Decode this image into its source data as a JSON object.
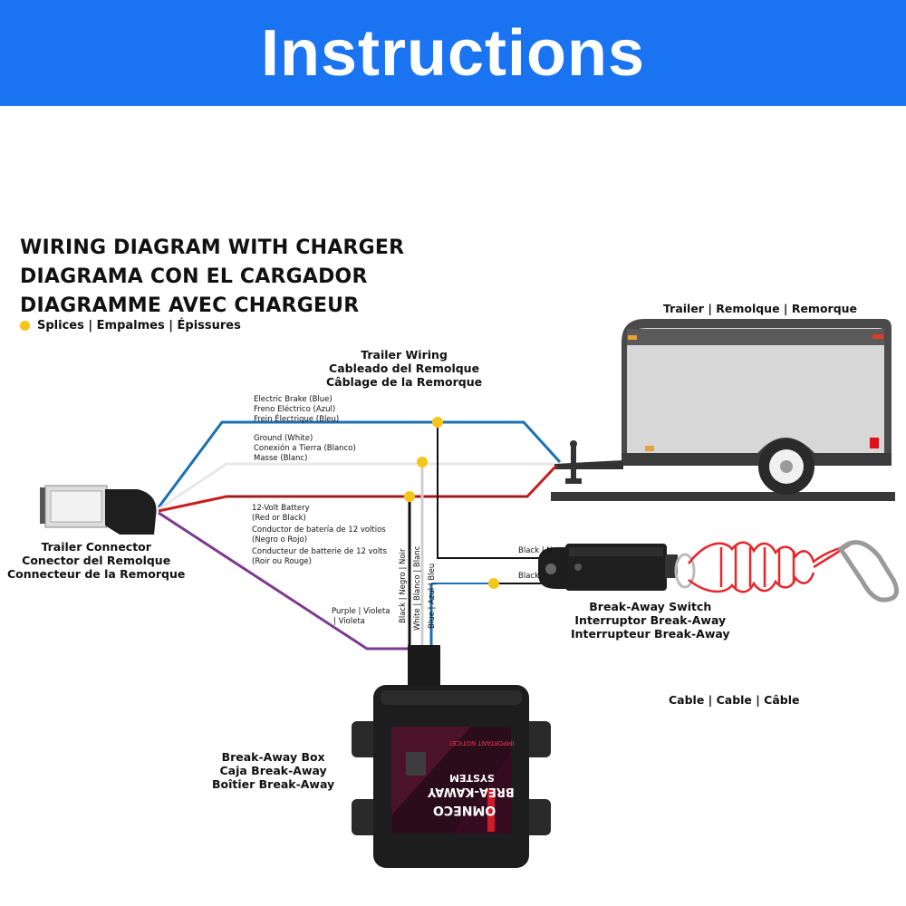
{
  "banner": {
    "title": "Instructions"
  },
  "heading": {
    "line1": "WIRING DIAGRAM WITH CHARGER",
    "line2": "DIAGRAMA CON EL CARGADOR",
    "line3": "DIAGRAMME AVEC CHARGEUR"
  },
  "legend": {
    "splices": "Splices | Empalmes | Épissures"
  },
  "trailer": {
    "label": "Trailer | Remolque | Remorque"
  },
  "trailer_wiring": {
    "line1": "Trailer Wiring",
    "line2": "Cableado del Remolque",
    "line3": "Câblage de la Remorque"
  },
  "wires": {
    "brake": {
      "l1": "Electric Brake (Blue)",
      "l2": "Freno Eléctrico (Azul)",
      "l3": "Frein Électrique (Bleu)"
    },
    "ground": {
      "l1": "Ground (White)",
      "l2": "Conexión a Tierra (Blanco)",
      "l3": "Masse (Blanc)"
    },
    "battery": {
      "l1": "12-Volt Battery",
      "l2": "(Red or Black)",
      "l3": "Conductor de batería de 12 voltios",
      "l4": "(Negro o Rojo)",
      "l5": "Conducteur de batterie de 12 volts",
      "l6": "(Roir ou Rouge)"
    },
    "purple": {
      "l1": "Purple | Violeta",
      "l2": "| Violeta"
    },
    "black_v": "Black | Negro | Noir",
    "white_v": "White | Blanco | Blanc",
    "blue_v": "Blue | Azul | Bleu",
    "switch_black1": "Black | N",
    "switch_black2": "Black"
  },
  "connector": {
    "line1": "Trailer Connector",
    "line2": "Conector del Remolque",
    "line3": "Connecteur de la Remorque"
  },
  "switch": {
    "line1": "Break-Away Switch",
    "line2": "Interruptor Break-Away",
    "line3": "Interrupteur Break-Away"
  },
  "cable": {
    "label": "Cable | Cable | Câble"
  },
  "box": {
    "line1": "Break-Away Box",
    "line2": "Caja Break-Away",
    "line3": "Boîtier Break-Away",
    "brand": "OMNECO",
    "system1": "BREA-KAWAY",
    "system2": "SYSTEM",
    "notice": "IMPORTANT NOTICE!"
  },
  "colors": {
    "banner": "#1a73f0",
    "blue_wire": "#1a6fb5",
    "red_wire": "#c81e1e",
    "purple_wire": "#7d3a8f",
    "splice": "#f5c518",
    "cable": "#e8262a"
  }
}
